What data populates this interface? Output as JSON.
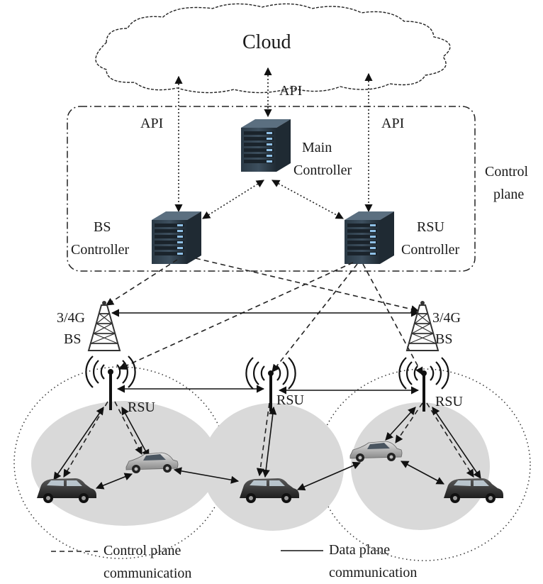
{
  "cloud": {
    "label": "Cloud"
  },
  "api_labels": {
    "center": "API",
    "left": "API",
    "right": "API"
  },
  "controllers": {
    "main": {
      "line1": "Main",
      "line2": "Controller"
    },
    "bs": {
      "line1": "BS",
      "line2": "Controller"
    },
    "rsu": {
      "line1": "RSU",
      "line2": "Controller"
    }
  },
  "control_plane": {
    "line1": "Control",
    "line2": "plane"
  },
  "base_stations": {
    "left": {
      "line1": "3/4G",
      "line2": "BS"
    },
    "right": {
      "line1": "3/4G",
      "line2": "BS"
    }
  },
  "rsu_labels": {
    "left": "RSU",
    "middle": "RSU",
    "right": "RSU"
  },
  "legend": {
    "control": {
      "line1": "Control plane",
      "line2": "communication"
    },
    "data": {
      "line1": "Data plane",
      "line2": "communication"
    }
  },
  "colors": {
    "server_body": "#3d4f5e",
    "server_dark": "#1f2a33",
    "server_light": "#7ea6c4",
    "cell_fill": "#d9d9d9",
    "line": "#111111"
  }
}
